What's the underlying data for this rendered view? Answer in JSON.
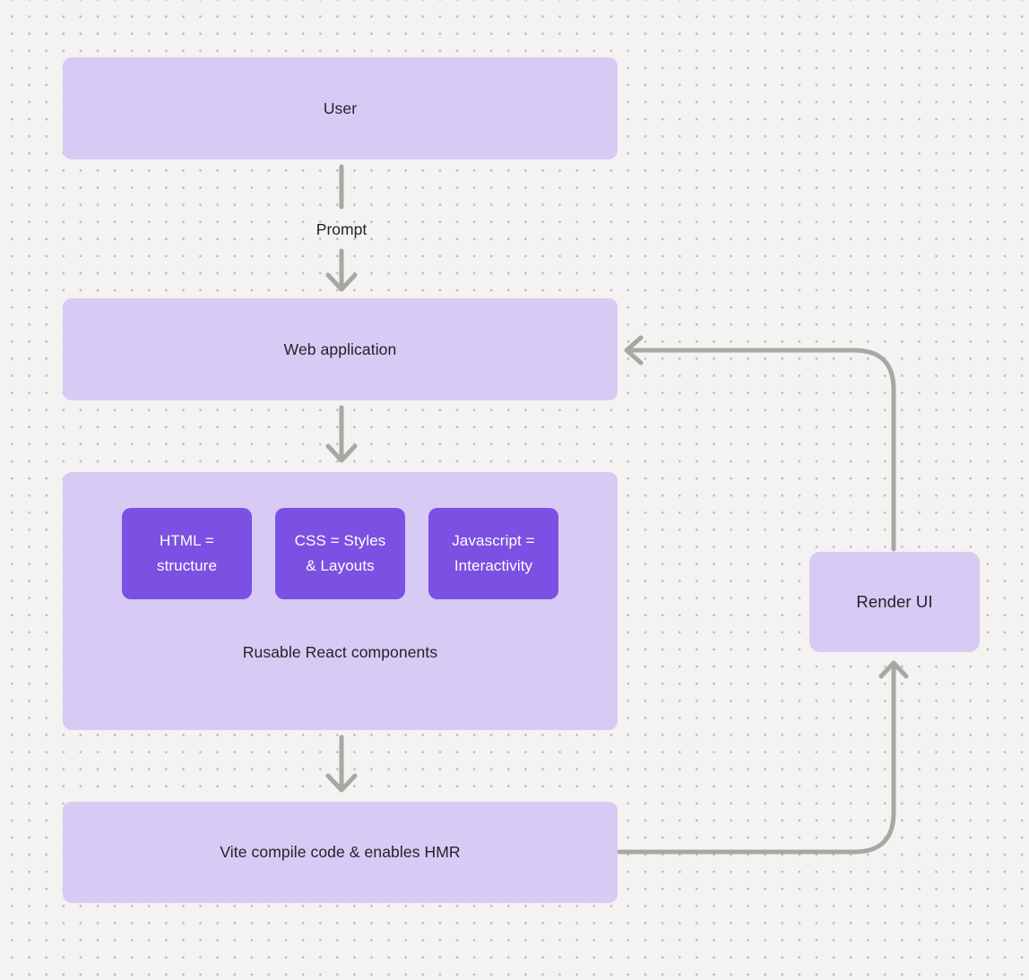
{
  "colors": {
    "bg": "#f4f3f1",
    "dot": "#bdbbb9",
    "box_light": "#d7caf4",
    "box_dark": "#7c50e2",
    "arrow": "#a9a7a4",
    "text_dark": "#232228",
    "text_light": "#ffffff"
  },
  "nodes": {
    "user": {
      "label": "User"
    },
    "web_application": {
      "label": "Web application"
    },
    "components_group": {
      "caption": "Rusable React components",
      "children": [
        {
          "label": "HTML = structure"
        },
        {
          "label": "CSS = Styles & Layouts"
        },
        {
          "label": "Javascript = Interactivity"
        }
      ]
    },
    "vite": {
      "label": "Vite compile code & enables HMR"
    },
    "render_ui": {
      "label": "Render UI"
    }
  },
  "edges": {
    "prompt_label": "Prompt"
  }
}
